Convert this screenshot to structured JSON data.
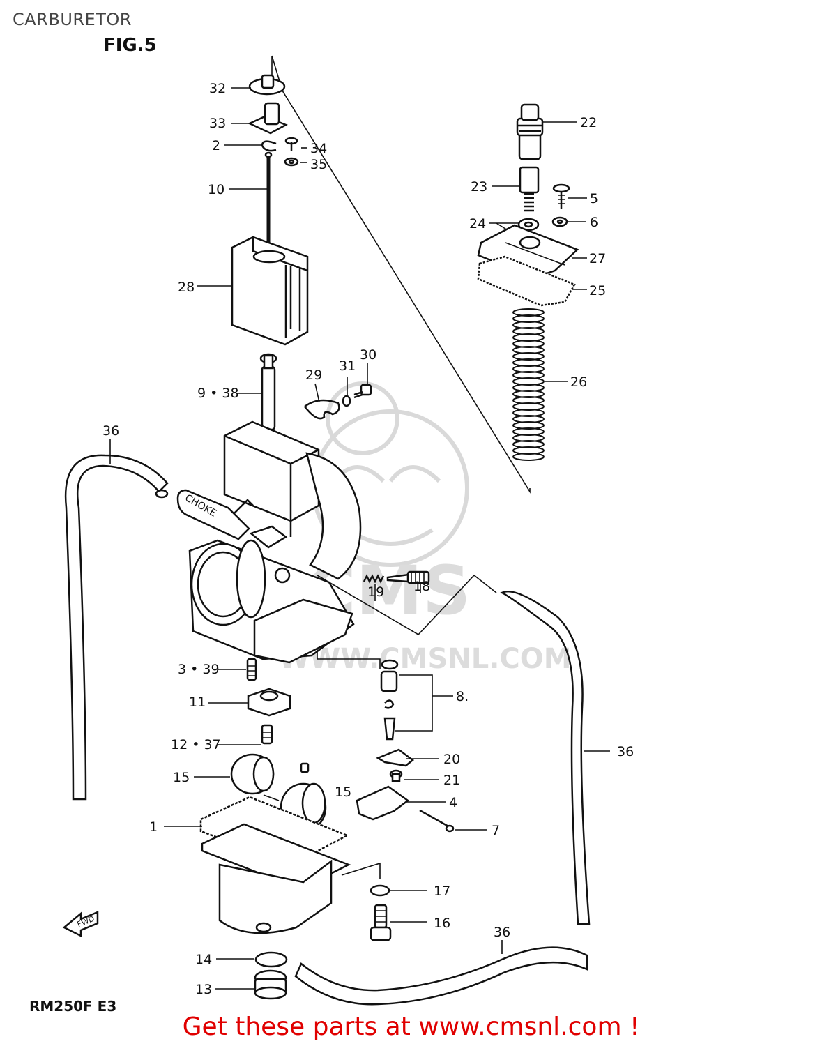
{
  "header": {
    "title": "CARBURETOR",
    "figure": "FIG.5"
  },
  "model": "RM250F E3",
  "footer": {
    "cta": "Get these parts at www.cmsnl.com !"
  },
  "watermark": {
    "brand": "CMS",
    "url": "WWW.CMSNL.COM"
  },
  "decals": {
    "choke": "CHOKE",
    "fwd": "FWD"
  },
  "colors": {
    "cta": "#e00000",
    "line_art": "#111111",
    "watermark": "#d9d9d9"
  },
  "callouts": {
    "c32": "32",
    "c33": "33",
    "c2": "2",
    "c34": "34",
    "c35": "35",
    "c10": "10",
    "c28": "28",
    "c22": "22",
    "c23": "23",
    "c5": "5",
    "c24": "24",
    "c6": "6",
    "c27": "27",
    "c25": "25",
    "c26": "26",
    "c9_38": "9 • 38",
    "c29": "29",
    "c31": "31",
    "c30": "30",
    "c36a": "36",
    "c19": "19",
    "c18": "18",
    "c3_39": "3 • 39",
    "c11": "11",
    "c8": "8.",
    "c12_37": "12 • 37",
    "c20": "20",
    "c21": "21",
    "c15a": "15",
    "c15b": "15",
    "c4": "4",
    "c1": "1",
    "c7": "7",
    "c36b": "36",
    "c17": "17",
    "c16": "16",
    "c14": "14",
    "c13": "13",
    "c36c": "36"
  }
}
